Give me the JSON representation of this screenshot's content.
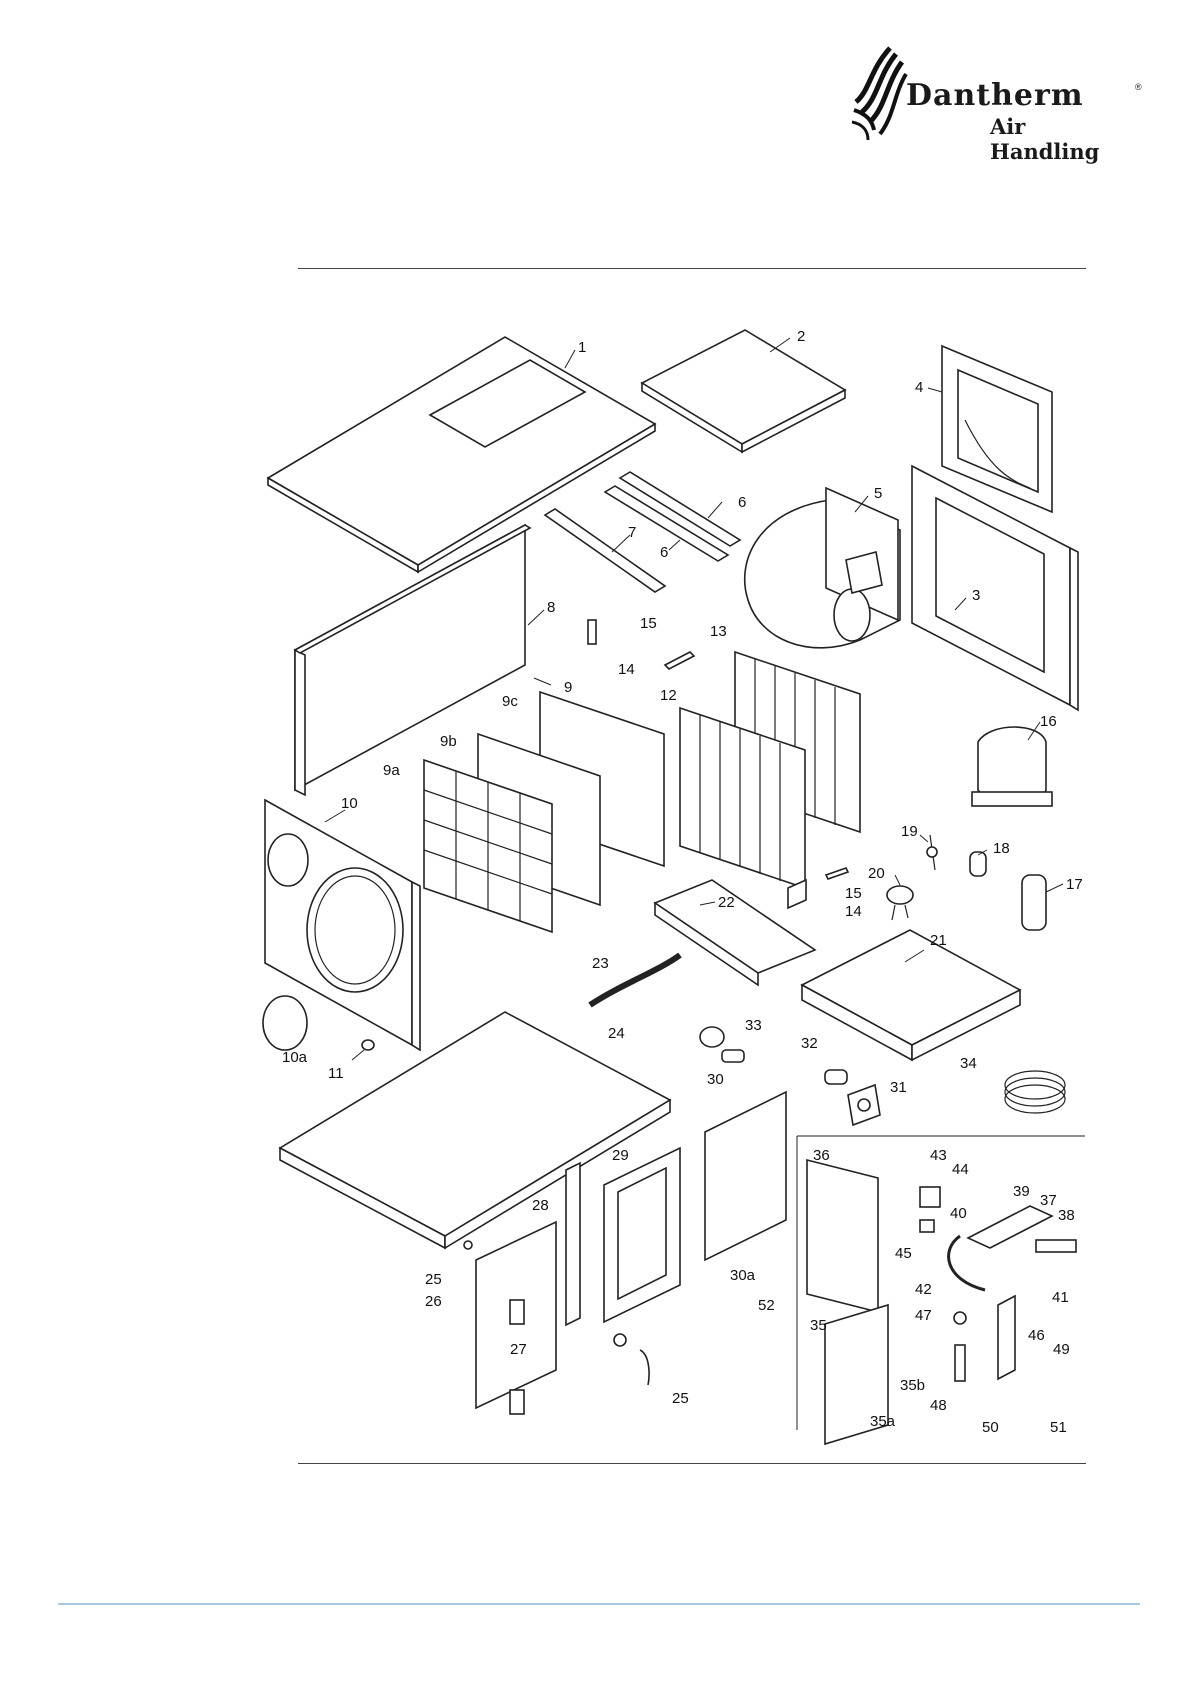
{
  "brand": {
    "name": "Dantherm",
    "registered": "®",
    "tagline": "Air Handling"
  },
  "parts": [
    {
      "id": "1",
      "label": "1"
    },
    {
      "id": "2",
      "label": "2"
    },
    {
      "id": "3",
      "label": "3"
    },
    {
      "id": "4",
      "label": "4"
    },
    {
      "id": "5",
      "label": "5"
    },
    {
      "id": "6a",
      "label": "6"
    },
    {
      "id": "6b",
      "label": "6"
    },
    {
      "id": "7",
      "label": "7"
    },
    {
      "id": "8",
      "label": "8"
    },
    {
      "id": "9",
      "label": "9"
    },
    {
      "id": "9a",
      "label": "9a"
    },
    {
      "id": "9b",
      "label": "9b"
    },
    {
      "id": "9c",
      "label": "9c"
    },
    {
      "id": "10",
      "label": "10"
    },
    {
      "id": "10a",
      "label": "10a"
    },
    {
      "id": "11",
      "label": "11"
    },
    {
      "id": "12",
      "label": "12"
    },
    {
      "id": "13",
      "label": "13"
    },
    {
      "id": "14a",
      "label": "14"
    },
    {
      "id": "14b",
      "label": "14"
    },
    {
      "id": "15a",
      "label": "15"
    },
    {
      "id": "15b",
      "label": "15"
    },
    {
      "id": "16",
      "label": "16"
    },
    {
      "id": "17",
      "label": "17"
    },
    {
      "id": "18",
      "label": "18"
    },
    {
      "id": "19",
      "label": "19"
    },
    {
      "id": "20",
      "label": "20"
    },
    {
      "id": "21",
      "label": "21"
    },
    {
      "id": "22",
      "label": "22"
    },
    {
      "id": "23",
      "label": "23"
    },
    {
      "id": "24",
      "label": "24"
    },
    {
      "id": "25a",
      "label": "25"
    },
    {
      "id": "25b",
      "label": "25"
    },
    {
      "id": "26",
      "label": "26"
    },
    {
      "id": "27",
      "label": "27"
    },
    {
      "id": "28",
      "label": "28"
    },
    {
      "id": "29",
      "label": "29"
    },
    {
      "id": "30",
      "label": "30"
    },
    {
      "id": "30a",
      "label": "30a"
    },
    {
      "id": "31",
      "label": "31"
    },
    {
      "id": "32",
      "label": "32"
    },
    {
      "id": "33",
      "label": "33"
    },
    {
      "id": "34",
      "label": "34"
    },
    {
      "id": "35",
      "label": "35"
    },
    {
      "id": "35a",
      "label": "35a"
    },
    {
      "id": "35b",
      "label": "35b"
    },
    {
      "id": "36",
      "label": "36"
    },
    {
      "id": "37",
      "label": "37"
    },
    {
      "id": "38",
      "label": "38"
    },
    {
      "id": "39",
      "label": "39"
    },
    {
      "id": "40",
      "label": "40"
    },
    {
      "id": "41",
      "label": "41"
    },
    {
      "id": "42",
      "label": "42"
    },
    {
      "id": "43",
      "label": "43"
    },
    {
      "id": "44",
      "label": "44"
    },
    {
      "id": "45",
      "label": "45"
    },
    {
      "id": "46",
      "label": "46"
    },
    {
      "id": "47",
      "label": "47"
    },
    {
      "id": "48",
      "label": "48"
    },
    {
      "id": "49",
      "label": "49"
    },
    {
      "id": "50",
      "label": "50"
    },
    {
      "id": "51",
      "label": "51"
    },
    {
      "id": "52",
      "label": "52"
    }
  ]
}
